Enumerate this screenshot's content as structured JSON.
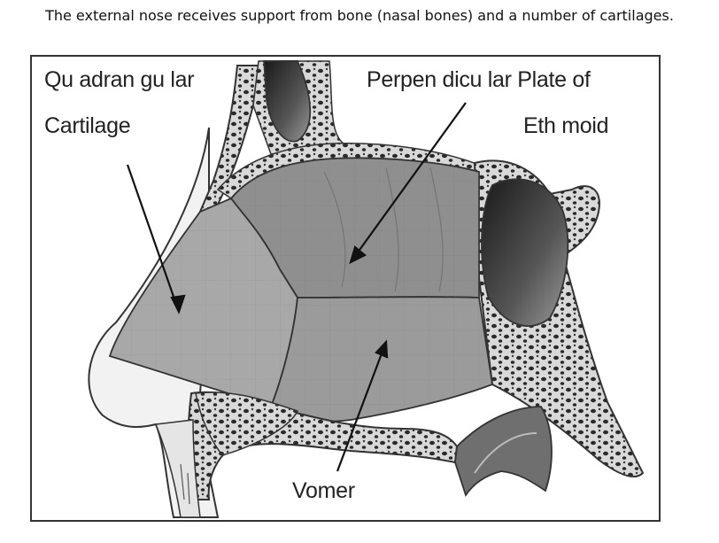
{
  "caption": "The external nose receives support from bone (nasal bones) and a number of cartilages.",
  "labels": {
    "quadrangular_line1": "Qu adran gu lar",
    "quadrangular_line2": "Cartilage",
    "perpendicular_line1": "Perpen dicu lar Plate of",
    "perpendicular_line2": "Eth moid",
    "vomer": "Vomer"
  },
  "colors": {
    "cartilage": "#a6a6a6",
    "plate": "#8f8f8f",
    "vomer": "#9a9a9a",
    "bone": "#d8d8d8",
    "skin": "#eeeeee",
    "outline": "#333333"
  }
}
